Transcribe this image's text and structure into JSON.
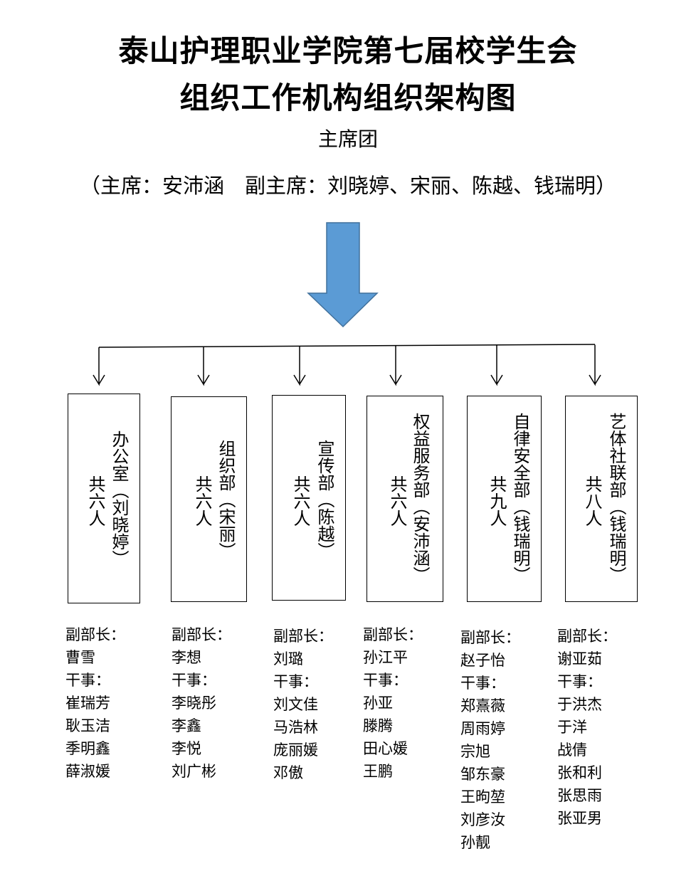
{
  "title": {
    "line1": "泰山护理职业学院第七届校学生会",
    "line2": "组织工作机构组织架构图"
  },
  "presidium": {
    "label": "主席团",
    "members": "（主席：安沛涵　副主席：刘晓婷、宋丽、陈越、钱瑞明）"
  },
  "colors": {
    "arrow_fill": "#5b9bd5",
    "arrow_stroke": "#41719c"
  },
  "departments": [
    {
      "name": "办公室（刘晓婷）",
      "count": "共六人",
      "deputy_label": "副部长：",
      "deputy": "曹雪",
      "staff_label": "干事：",
      "staff": [
        "崔瑞芳",
        "耿玉洁",
        "季明鑫",
        "薛淑媛"
      ]
    },
    {
      "name": "组织部（宋丽）",
      "count": "共六人",
      "deputy_label": "副部长：",
      "deputy": "李想",
      "staff_label": "干事：",
      "staff": [
        "李晓彤",
        "李鑫",
        "李悦",
        "刘广彬"
      ]
    },
    {
      "name": "宣传部（陈越）",
      "count": "共六人",
      "deputy_label": "副部长：",
      "deputy": "刘璐",
      "staff_label": "干事：",
      "staff": [
        "刘文佳",
        "马浩林",
        "庞丽媛",
        "邓傲"
      ]
    },
    {
      "name": "权益服务部（安沛涵）",
      "count": "共六人",
      "deputy_label": "副部长：",
      "deputy": "孙江平",
      "staff_label": "干事：",
      "staff": [
        "孙亚",
        "滕腾",
        "田心媛",
        "王鹏"
      ]
    },
    {
      "name": "自律安全部（钱瑞明）",
      "count": "共九人",
      "deputy_label": "副部长：",
      "deputy": "赵子怡",
      "staff_label": "干事：",
      "staff": [
        "郑熹薇",
        "周雨婷",
        "宗旭",
        "邹东豪",
        "王昫堃",
        "刘彦汝",
        "孙靓"
      ]
    },
    {
      "name": "艺体社联部（钱瑞明）",
      "count": "共八人",
      "deputy_label": "副部长：",
      "deputy": "谢亚茹",
      "staff_label": "干事：",
      "staff": [
        "于洪杰",
        "于洋",
        "战倩",
        "张和利",
        "张思雨",
        "张亚男"
      ]
    }
  ]
}
